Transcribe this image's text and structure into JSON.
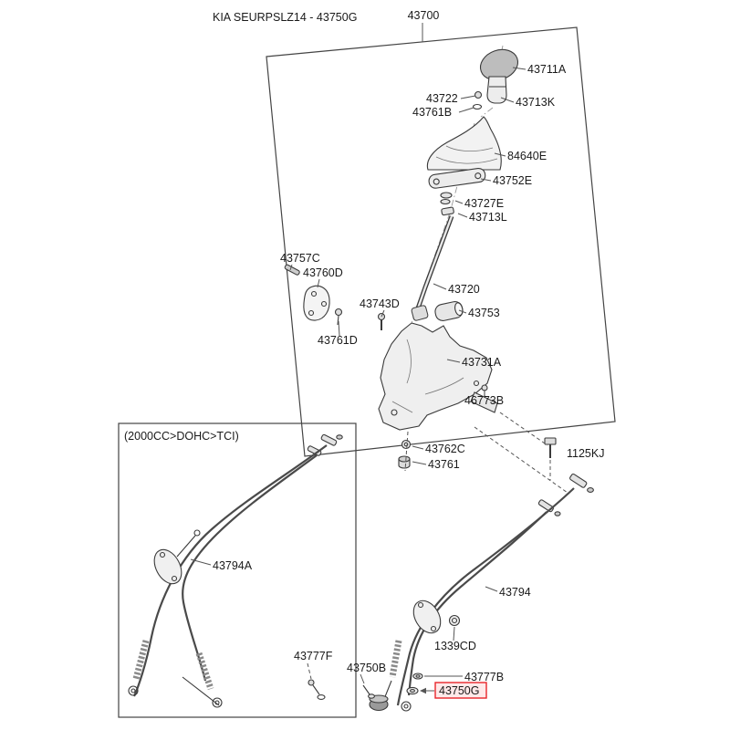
{
  "header": {
    "catalog_code": "KIA SEURPSLZ14 - 43750G",
    "assembly_number": "43700"
  },
  "variant_box": {
    "label": "(2000CC>DOHC>TCI)"
  },
  "parts": {
    "43711A": "43711A",
    "43722": "43722",
    "43761B": "43761B",
    "43713K": "43713K",
    "84640E": "84640E",
    "43752E": "43752E",
    "43727E": "43727E",
    "43713L": "43713L",
    "43757C": "43757C",
    "43760D": "43760D",
    "43720": "43720",
    "43743D": "43743D",
    "43753": "43753",
    "43761D": "43761D",
    "43731A": "43731A",
    "46773B": "46773B",
    "43762C": "43762C",
    "43761": "43761",
    "1125KJ": "1125KJ",
    "43794A": "43794A",
    "43794": "43794",
    "1339CD": "1339CD",
    "43777F": "43777F",
    "43750B": "43750B",
    "43777B": "43777B",
    "43750G": "43750G"
  },
  "highlight": {
    "part": "43750G",
    "color": "#e8252a",
    "background": "#ffe9e9"
  }
}
